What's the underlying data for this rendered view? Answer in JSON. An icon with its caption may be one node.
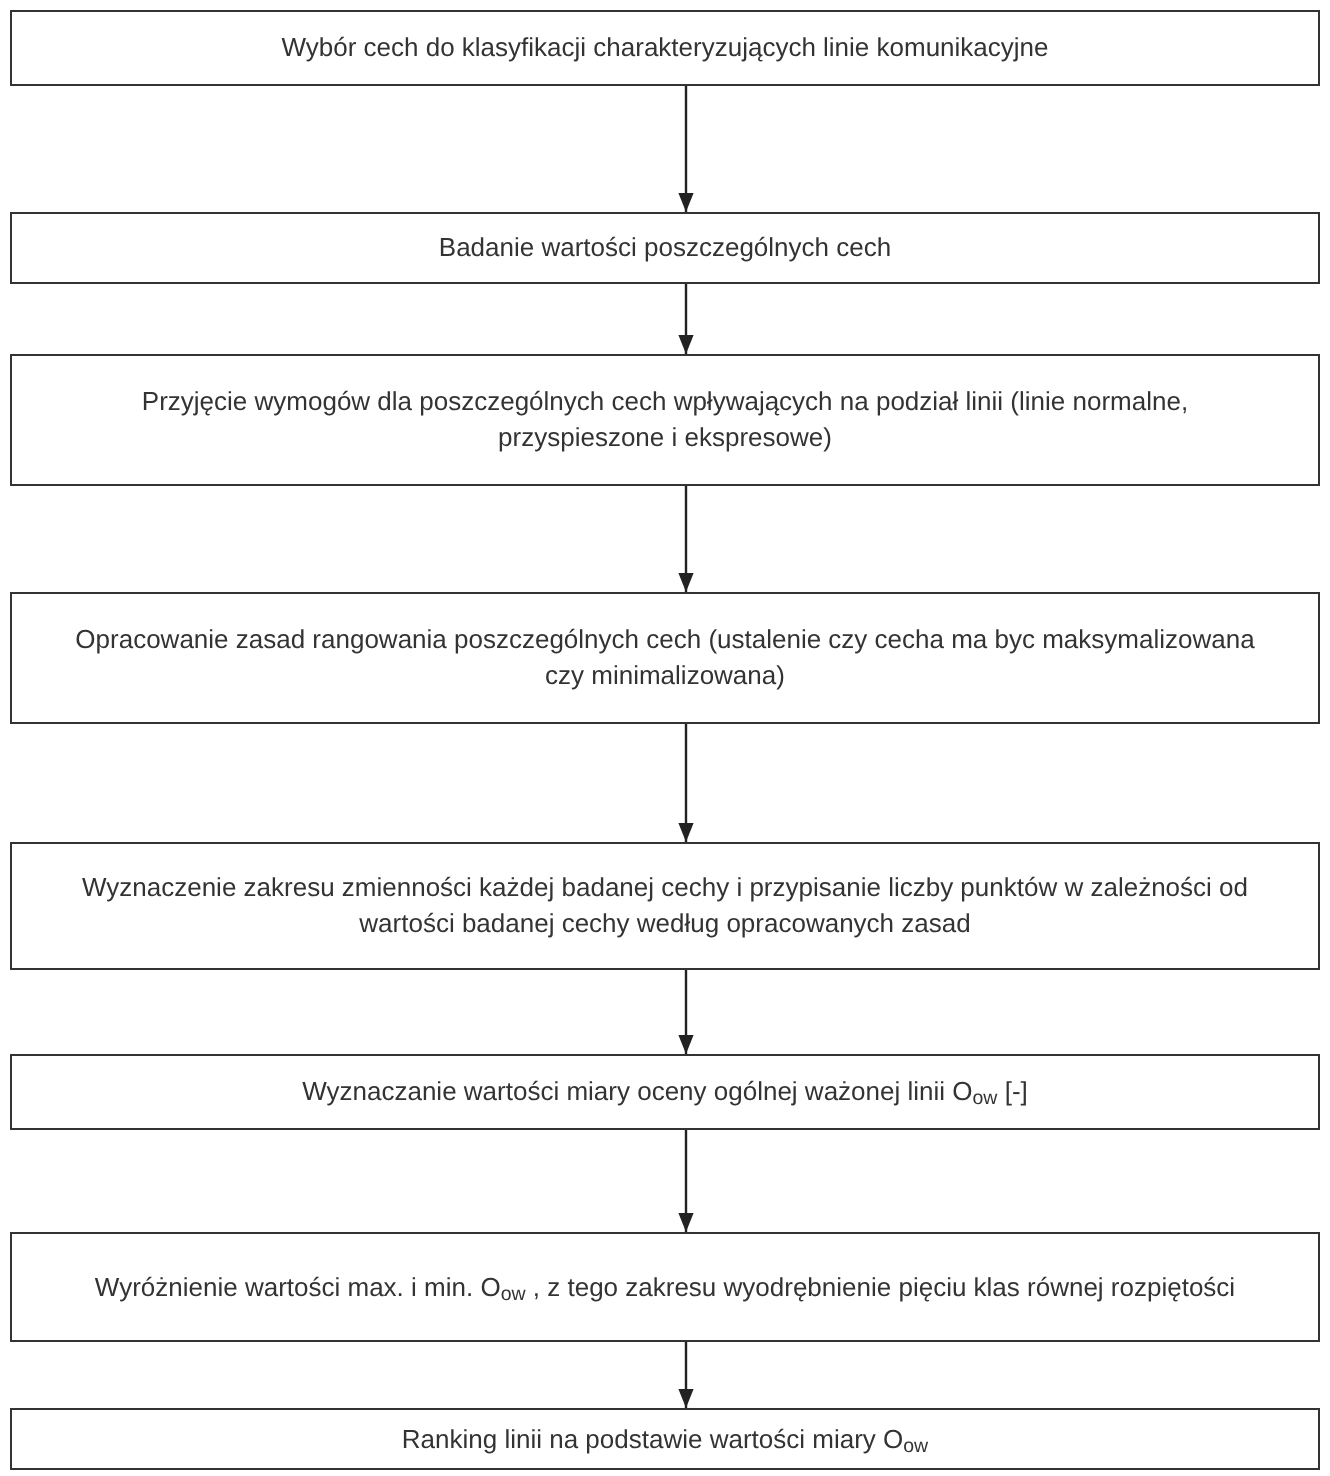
{
  "diagram": {
    "nodes": [
      {
        "text": [
          "Wybór cech do klasyfikacji charakteryzujących linie komunikacyjne"
        ]
      },
      {
        "text": [
          "Badanie wartości poszczególnych cech"
        ]
      },
      {
        "text": [
          "Przyjęcie wymogów dla poszczególnych cech wpływających na podział linii (linie normalne, przyspieszone i ekspresowe)"
        ]
      },
      {
        "text": [
          "Opracowanie zasad rangowania poszczególnych cech (ustalenie czy cecha ma byc maksymalizowana czy minimalizowana)"
        ]
      },
      {
        "text": [
          "Wyznaczenie zakresu zmienności każdej badanej cechy i przypisanie liczby punktów w zależności od wartości badanej cechy według opracowanych zasad"
        ]
      },
      {
        "text": [
          "Wyznaczanie wartości miary oceny ogólnej ważonej linii O$_{ow}$ [-]"
        ]
      },
      {
        "text": [
          "Wyróżnienie wartości max. i min. O$_{ow}$ , z tego zakresu wyodrębnienie pięciu klas równej rozpiętości"
        ]
      },
      {
        "text": [
          "Ranking linii na podstawie wartości miary O$_{ow}$"
        ]
      }
    ],
    "edges": [
      {
        "from": 0,
        "to": 1,
        "arrow": "to"
      },
      {
        "from": 1,
        "to": 2,
        "arrow": "to"
      },
      {
        "from": 2,
        "to": 3,
        "arrow": "to"
      },
      {
        "from": 3,
        "to": 4,
        "arrow": "to"
      },
      {
        "from": 4,
        "to": 5,
        "arrow": "to"
      },
      {
        "from": 5,
        "to": 6,
        "arrow": "to"
      },
      {
        "from": 6,
        "to": 7,
        "arrow": "to"
      }
    ]
  }
}
